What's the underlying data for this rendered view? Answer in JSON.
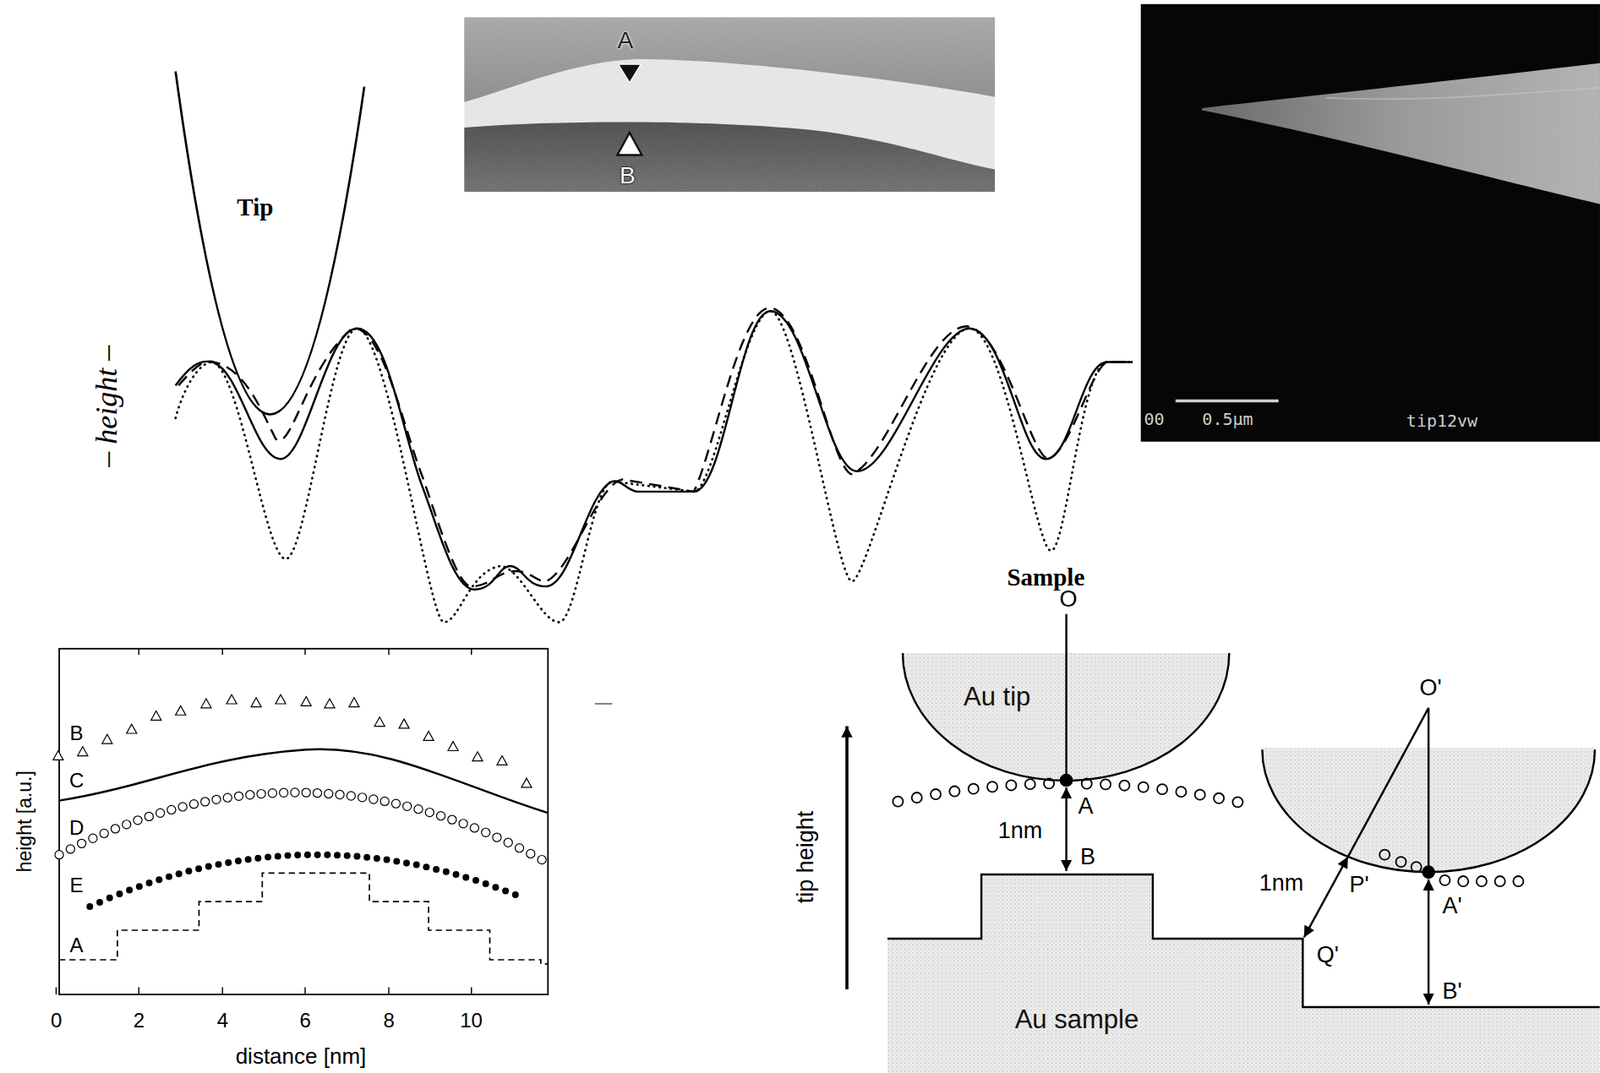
{
  "diagram": {
    "nodes": [
      {
        "text": [
          "Au tip"
        ]
      },
      {
        "text": [
          "Au sample"
        ]
      }
    ],
    "labels": [
      "A",
      "B",
      "00",
      "0.5µm",
      "tip12vw",
      "Tip",
      "– height –",
      "Sample",
      "B",
      "C",
      "D",
      "E",
      "A",
      "height [a.u.]",
      "0",
      "2",
      "4",
      "6",
      "8",
      "10",
      "distance [nm]",
      "O",
      "A",
      "1nm",
      "B",
      "O'",
      "1nm",
      "P'",
      "A'",
      "Q'",
      "B'",
      "tip height"
    ]
  }
}
